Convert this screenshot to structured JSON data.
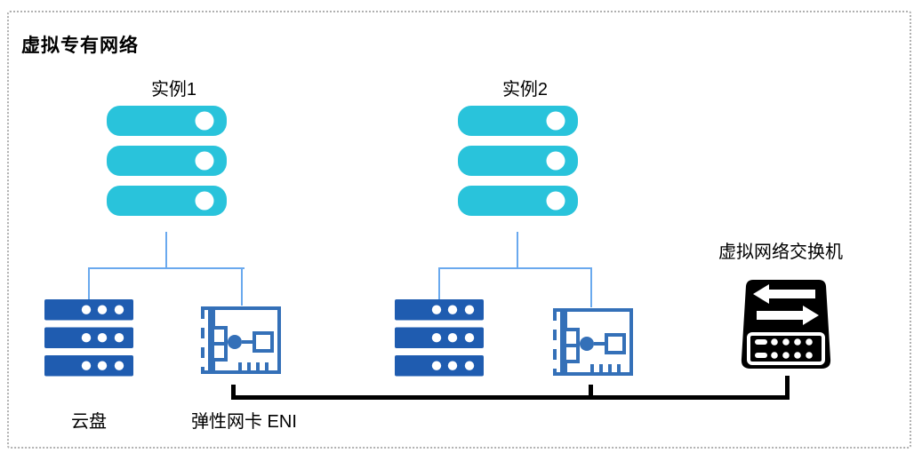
{
  "diagram": {
    "title": "虚拟专有网络",
    "groups": [
      {
        "instance_label": "实例1"
      },
      {
        "instance_label": "实例2"
      }
    ],
    "labels": {
      "switch": "虚拟网络交换机",
      "disk": "云盘",
      "eni": "弹性网卡 ENI"
    },
    "icons": {
      "instance": "server-stack-icon",
      "disk": "cloud-disk-icon",
      "eni": "network-card-icon",
      "switch": "network-switch-icon"
    },
    "colors": {
      "instance": "#29c3db",
      "disk": "#1f5cb0",
      "eni": "#3470b8",
      "connector": "#6aa9ee",
      "switch": "#000000",
      "border": "#b0b0b0"
    }
  }
}
